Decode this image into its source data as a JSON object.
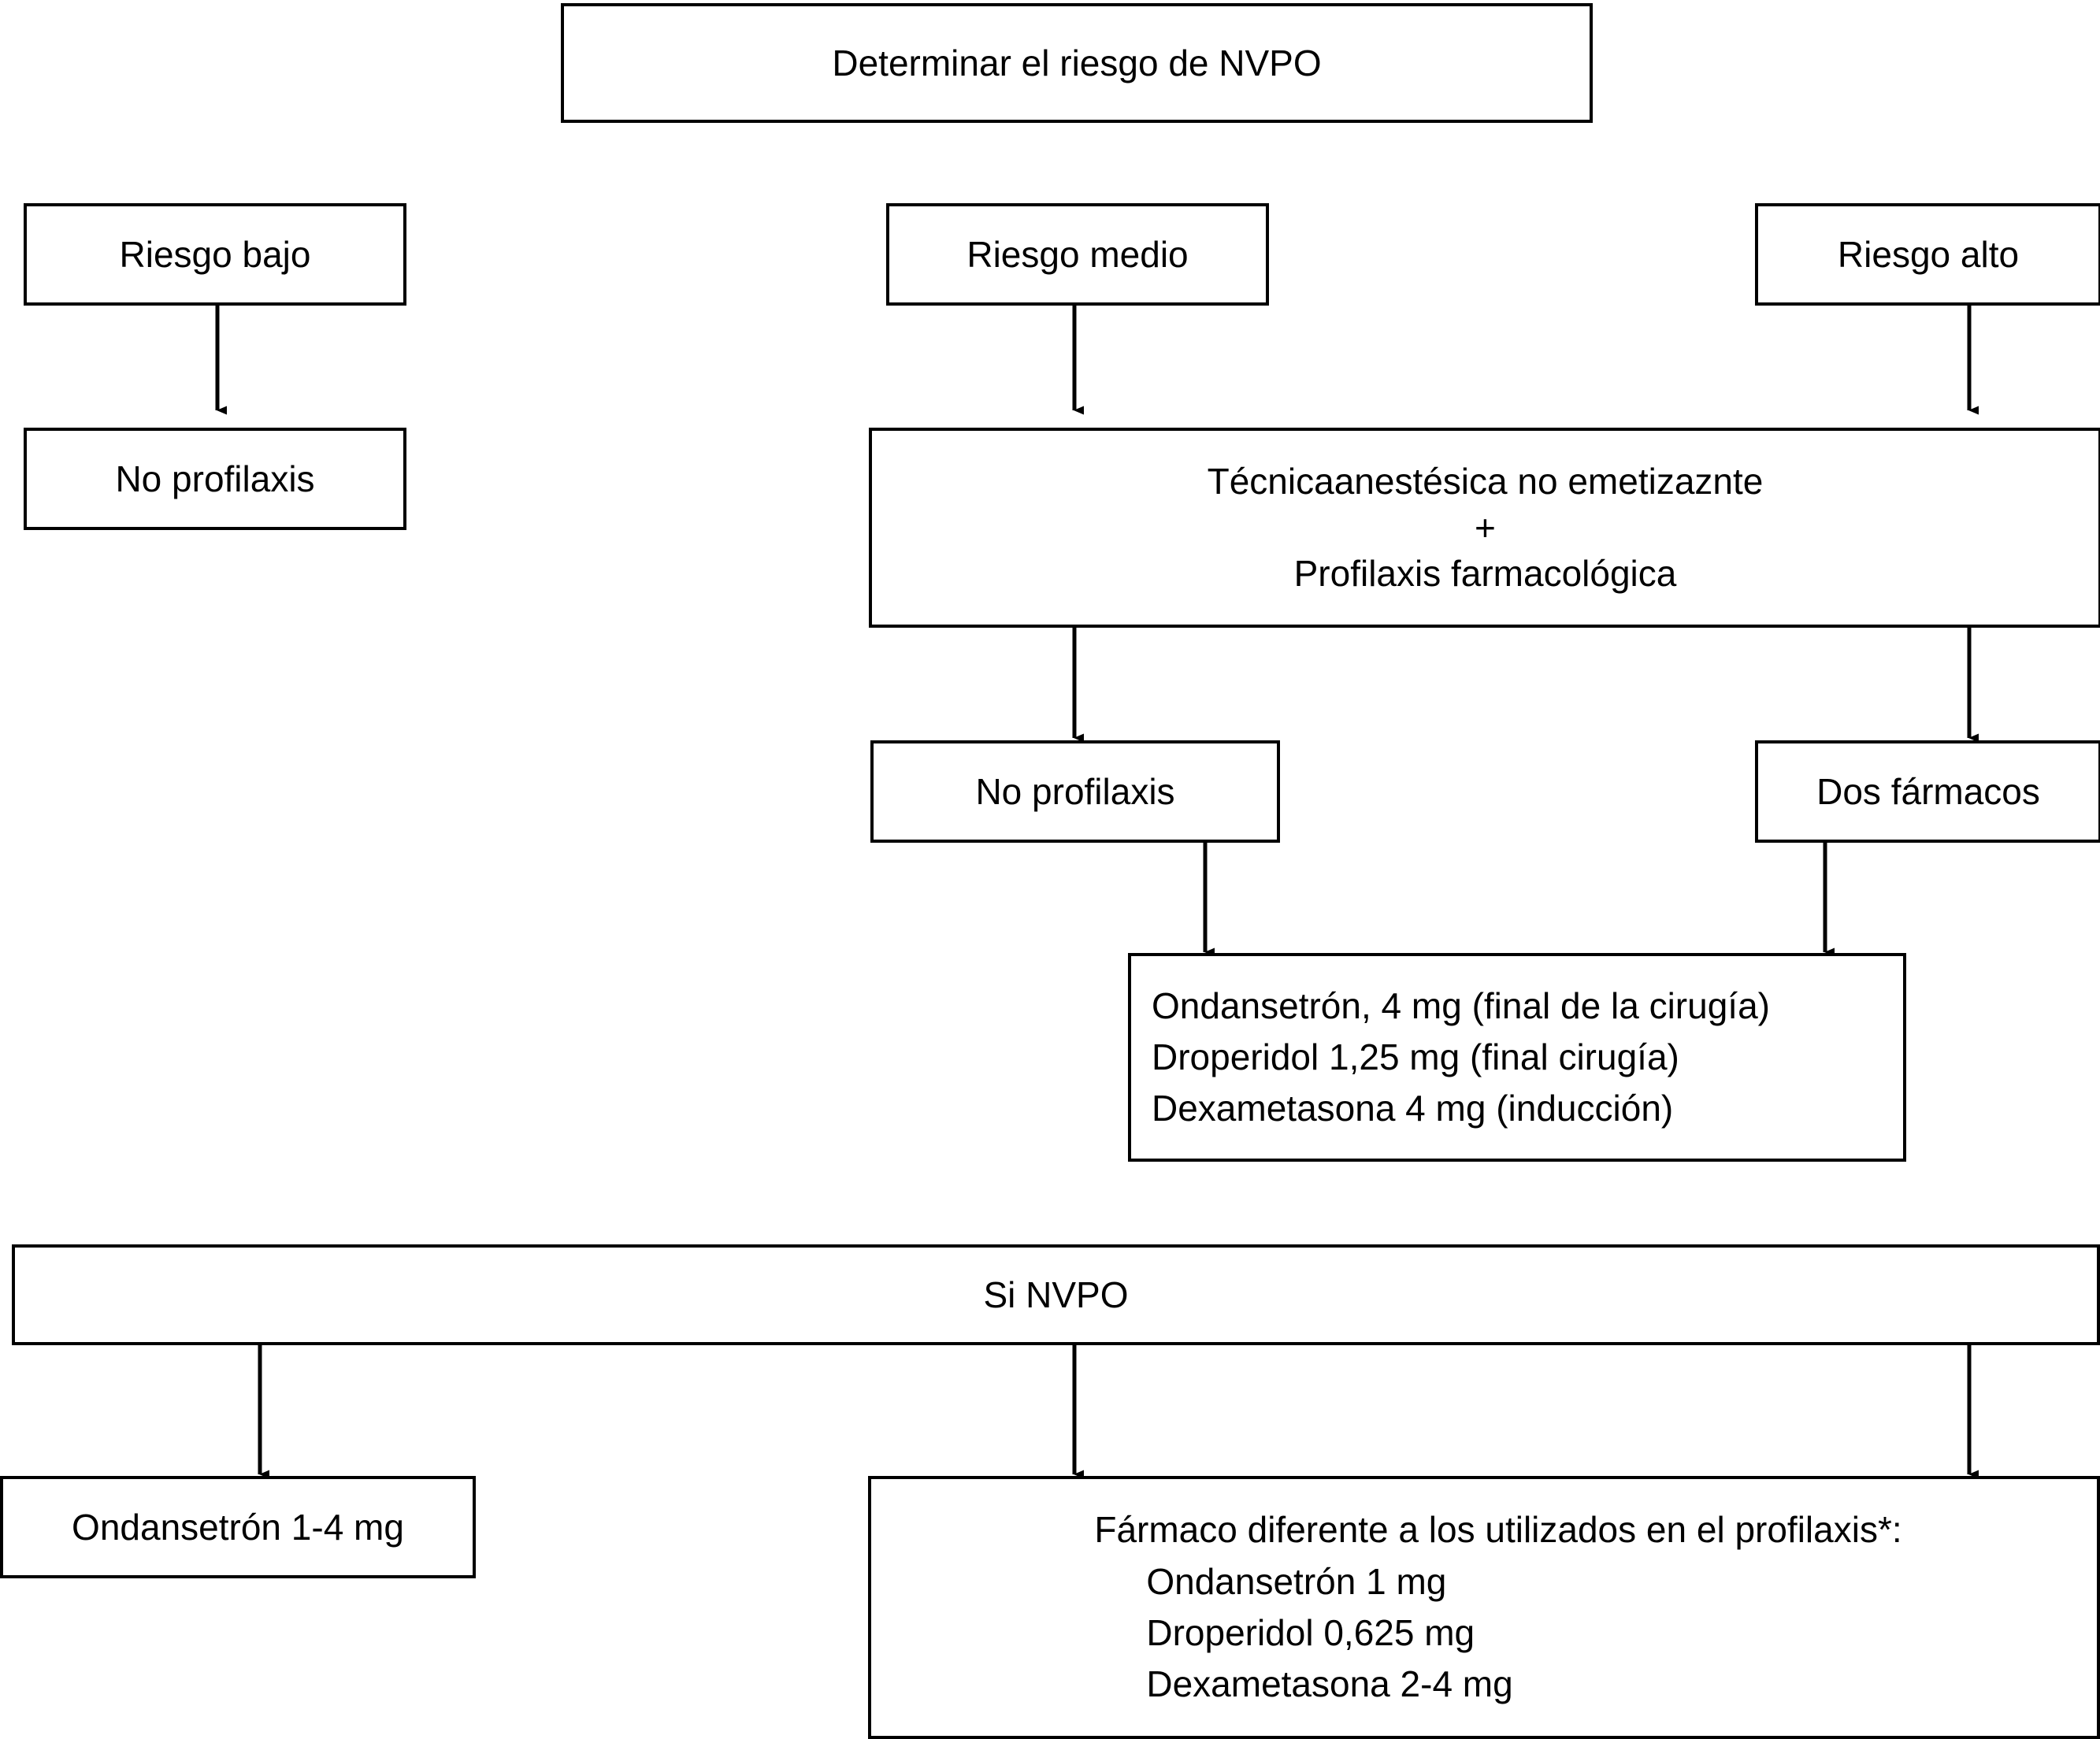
{
  "diagram": {
    "title_box": {
      "label": "Determinar el riesgo de  NVPO"
    },
    "risk_levels": [
      {
        "label": "Riesgo bajo"
      },
      {
        "label": "Riesgo medio"
      },
      {
        "label": "Riesgo alto"
      }
    ],
    "low_risk_outcome": {
      "label": "No profilaxis"
    },
    "technique_box": {
      "label": "Técnicaanestésica no emetizaznte\n+\nProfilaxis farmacológica"
    },
    "mid_outcome": {
      "label": "No profilaxis"
    },
    "high_outcome": {
      "label": "Dos fármacos"
    },
    "prophylaxis_drugs": {
      "label": "Ondansetrón, 4 mg (final de la cirugía)\nDroperidol 1,25 mg (final cirugía)\nDexametasona 4 mg (inducción)"
    },
    "rescue_band": {
      "label": "Si  NVPO"
    },
    "rescue_simple": {
      "label": "Ondansetrón 1-4 mg"
    },
    "rescue_alternative": {
      "heading": "Fármaco diferente a los utilizados en el profilaxis*:",
      "items": [
        "Ondansetrón 1 mg",
        "Droperidol 0,625 mg",
        "Dexametasona 2-4 mg"
      ]
    },
    "colors": {
      "stroke": "#000000",
      "fill": "#ffffff",
      "text": "#000000"
    }
  }
}
